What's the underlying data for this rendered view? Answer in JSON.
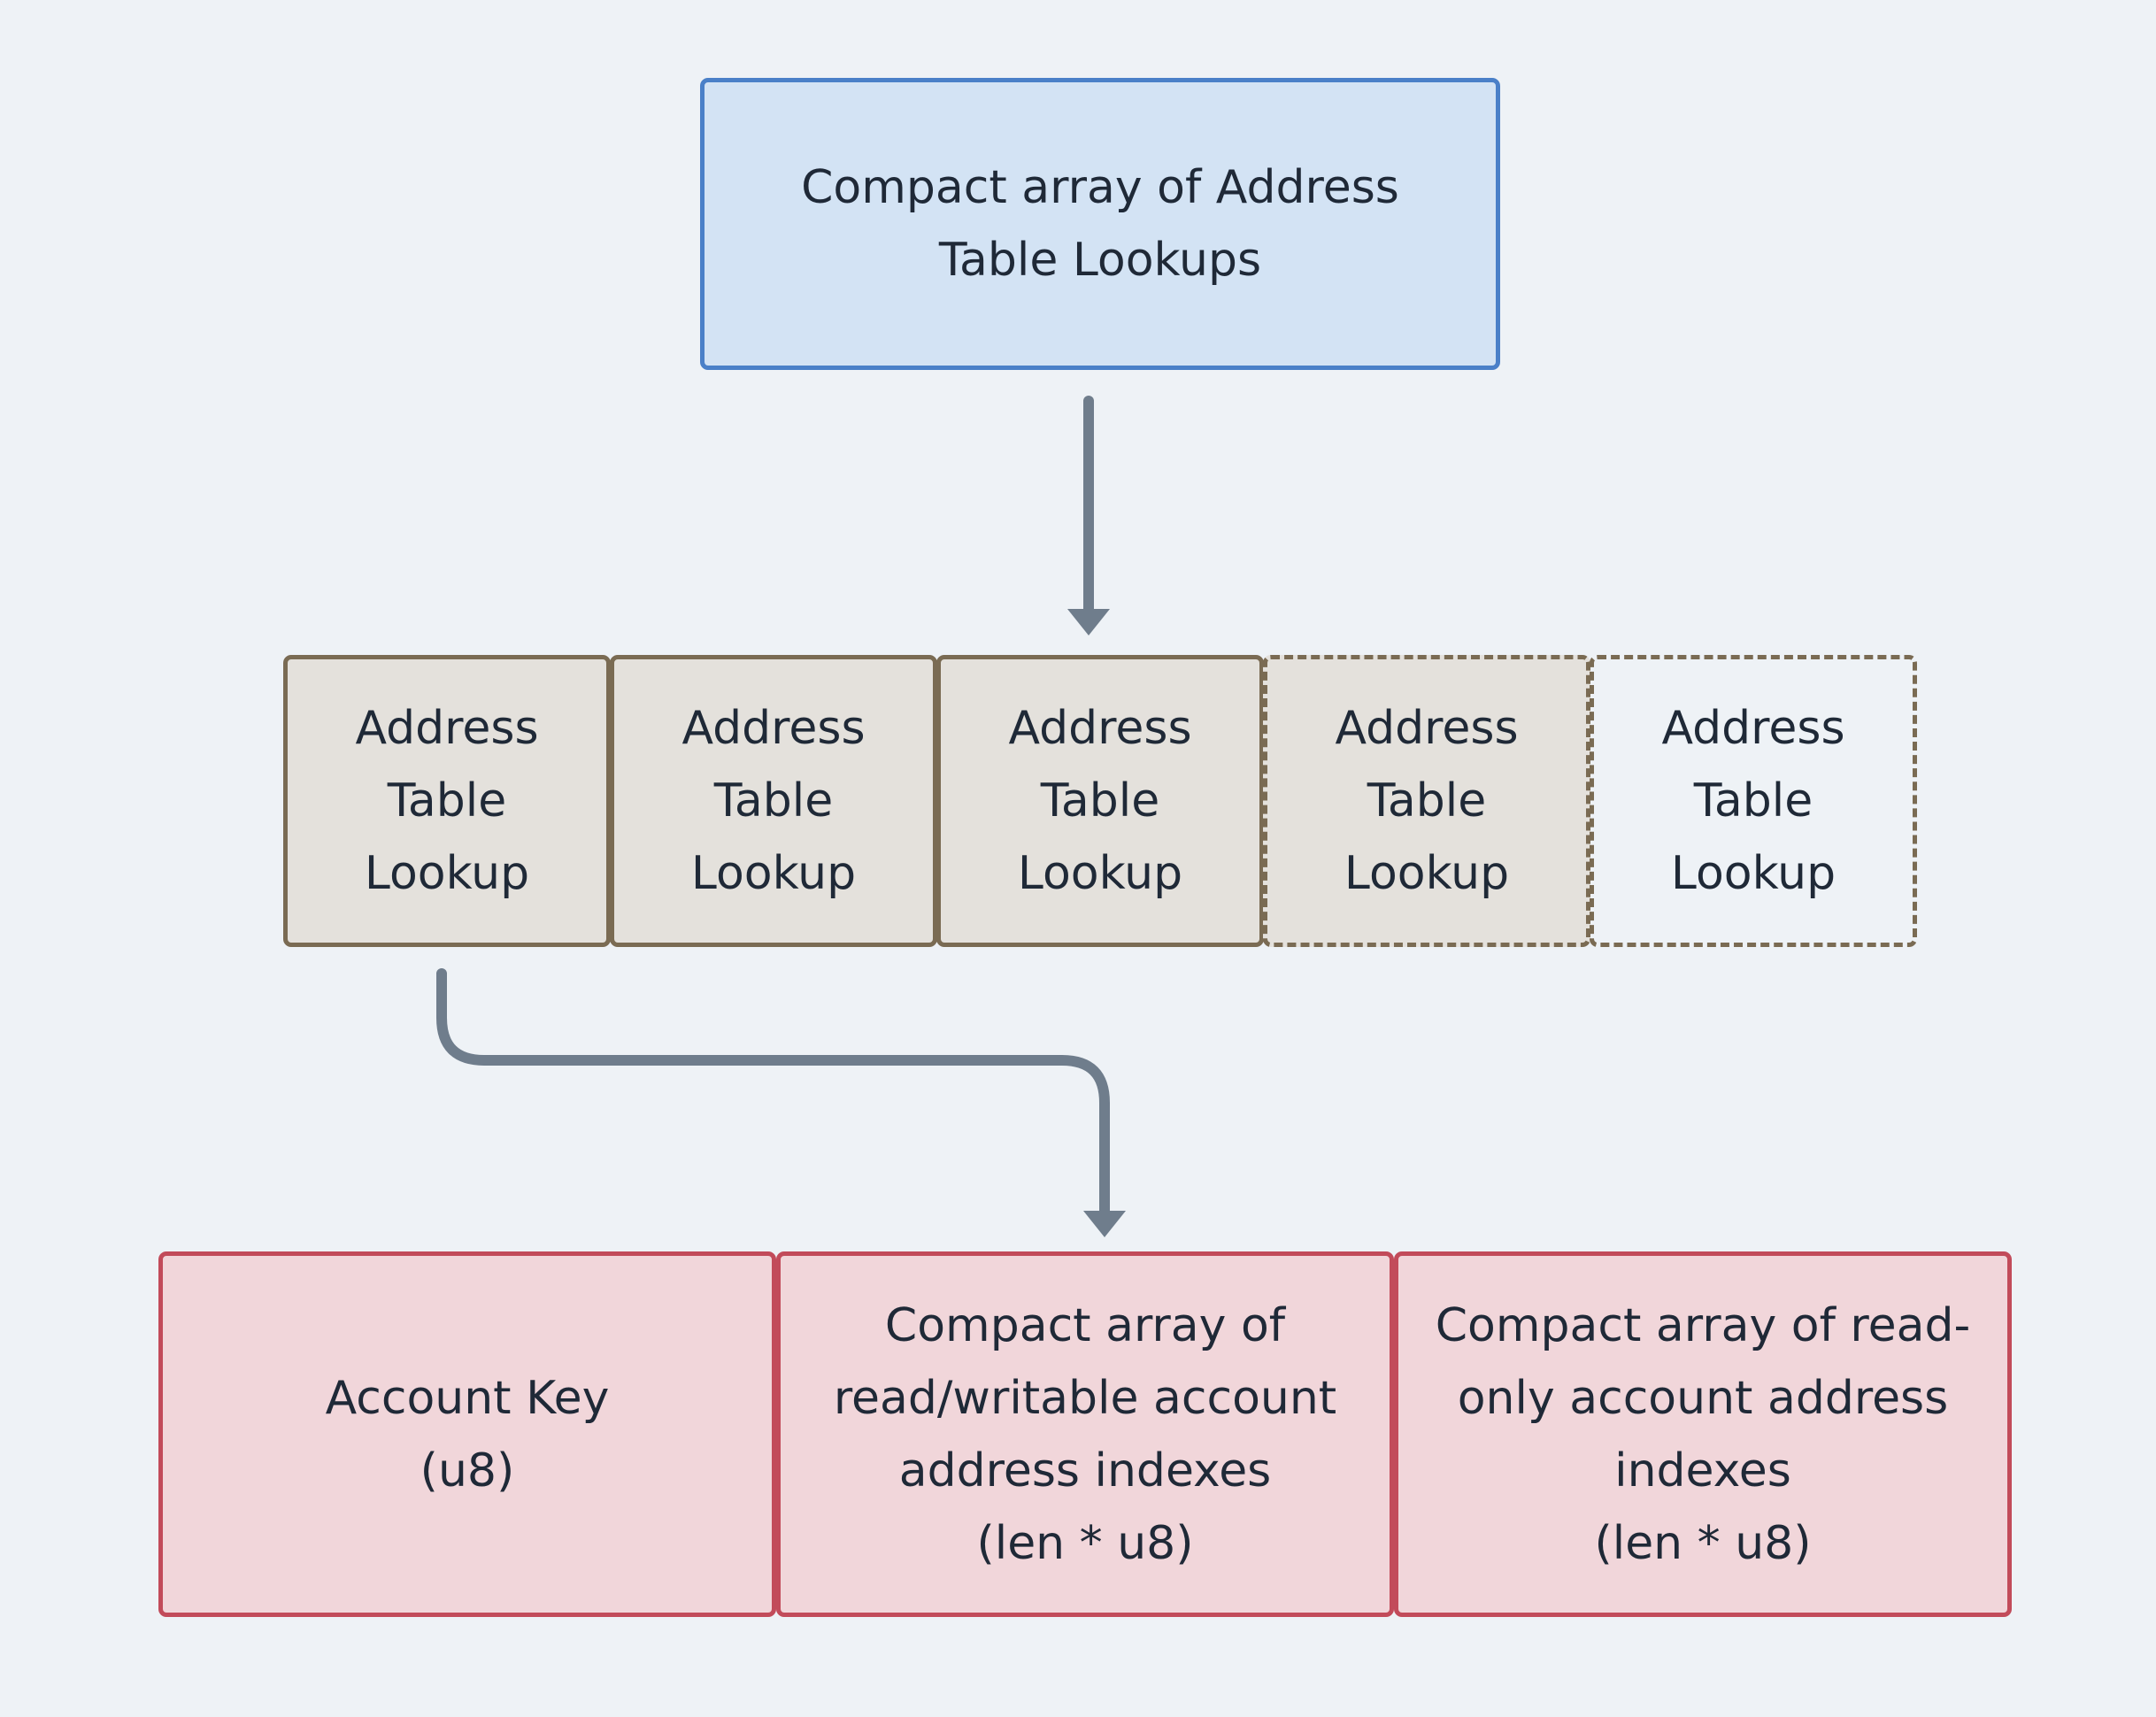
{
  "top_box": {
    "label": "Compact array of Address\nTable Lookups"
  },
  "lookups": [
    {
      "label": "Address\nTable\nLookup"
    },
    {
      "label": "Address\nTable\nLookup"
    },
    {
      "label": "Address\nTable\nLookup"
    },
    {
      "label": "Address\nTable\nLookup"
    },
    {
      "label": "Address\nTable\nLookup"
    }
  ],
  "fields": [
    {
      "label": "Account Key\n(u8)"
    },
    {
      "label": "Compact array of\nread/writable account\naddress indexes\n(len * u8)"
    },
    {
      "label": "Compact array of read-\nonly account address\nindexes\n(len * u8)"
    }
  ],
  "colors": {
    "background": "#eef2f6",
    "top_fill": "#d3e3f4",
    "top_border": "#4a80c8",
    "lookup_fill": "#e4e1dc",
    "lookup_border": "#7a6b53",
    "field_fill": "#f1d6da",
    "field_border": "#c24b5a",
    "arrow": "#6f7d8c",
    "text": "#1f2937"
  }
}
